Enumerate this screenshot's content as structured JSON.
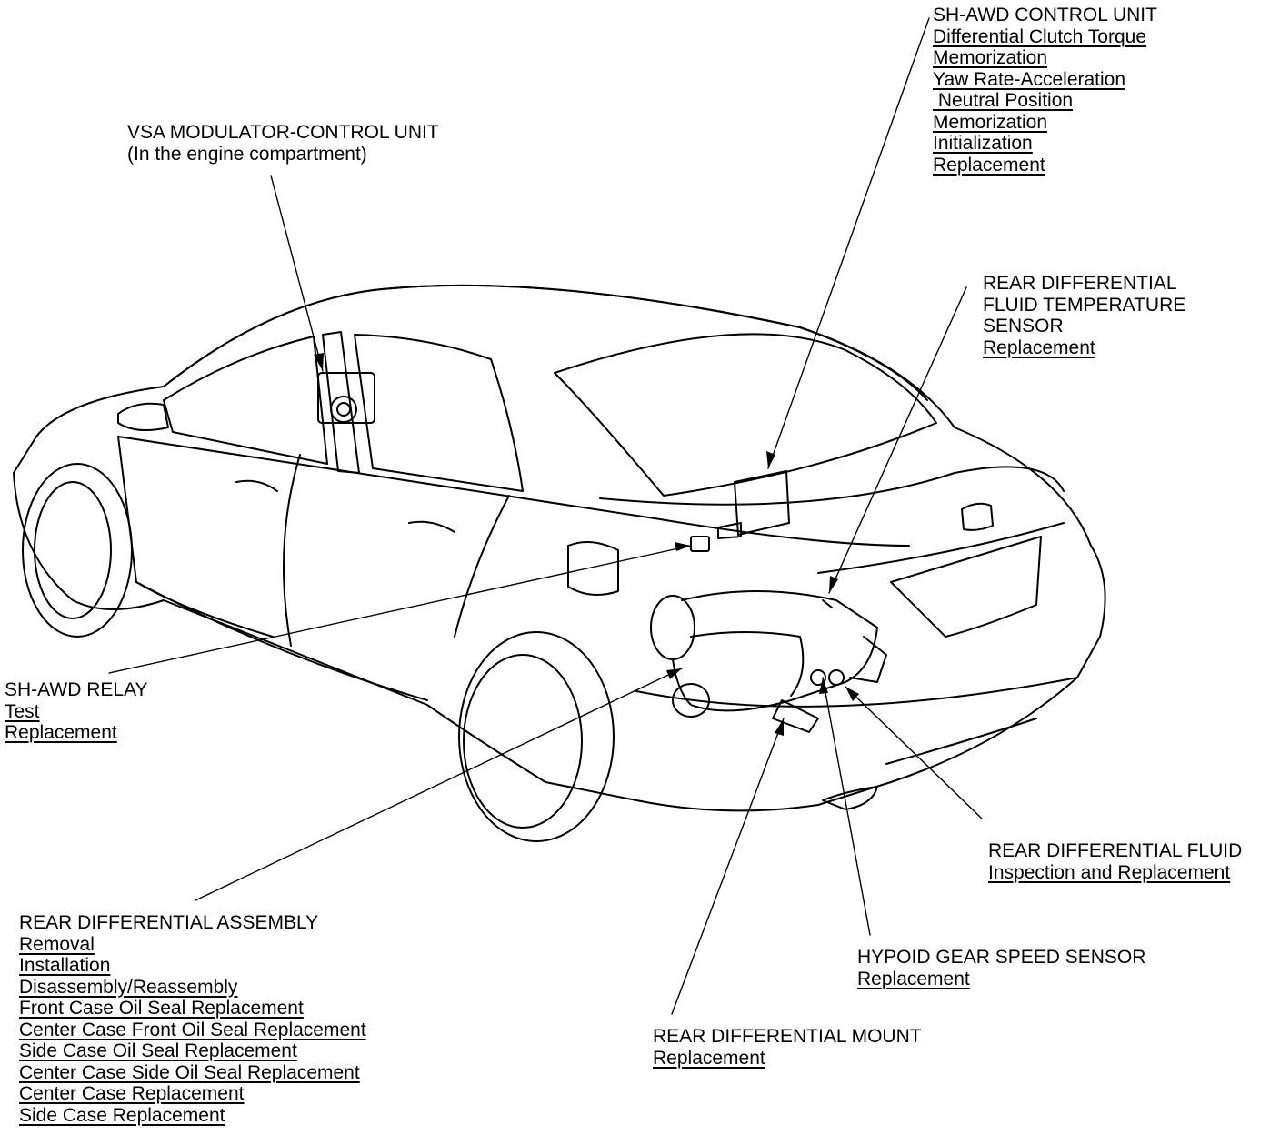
{
  "callouts": {
    "vsa_unit": {
      "title_line1": "VSA MODULATOR-CONTROL UNIT",
      "title_line2": "(In the engine compartment)"
    },
    "shawd_control_unit": {
      "title": "SH-AWD CONTROL UNIT",
      "links": [
        "Differential Clutch Torque",
        "Memorization",
        "Yaw Rate-Acceleration",
        " Neutral Position",
        "Memorization",
        "Initialization",
        "Replacement"
      ]
    },
    "fluid_temp_sensor": {
      "title_lines": [
        "REAR DIFFERENTIAL",
        "FLUID TEMPERATURE",
        "SENSOR"
      ],
      "links": [
        "Replacement"
      ]
    },
    "shawd_relay": {
      "title": "SH-AWD RELAY",
      "links": [
        "Test",
        "Replacement"
      ]
    },
    "rear_diff_fluid": {
      "title": "REAR DIFFERENTIAL FLUID",
      "links": [
        "Inspection and Replacement"
      ]
    },
    "rear_diff_assembly": {
      "title": "REAR DIFFERENTIAL ASSEMBLY",
      "links": [
        "Removal",
        "Installation",
        "Disassembly/Reassembly",
        "Front Case Oil Seal Replacement",
        "Center Case Front Oil Seal Replacement",
        "Side Case Oil Seal Replacement",
        "Center Case Side Oil Seal Replacement",
        "Center Case Replacement",
        "Side Case Replacement"
      ]
    },
    "hypoid_sensor": {
      "title": "HYPOID GEAR SPEED SENSOR",
      "links": [
        "Replacement"
      ]
    },
    "rear_diff_mount": {
      "title": "REAR DIFFERENTIAL MOUNT",
      "links": [
        "Replacement"
      ]
    }
  }
}
